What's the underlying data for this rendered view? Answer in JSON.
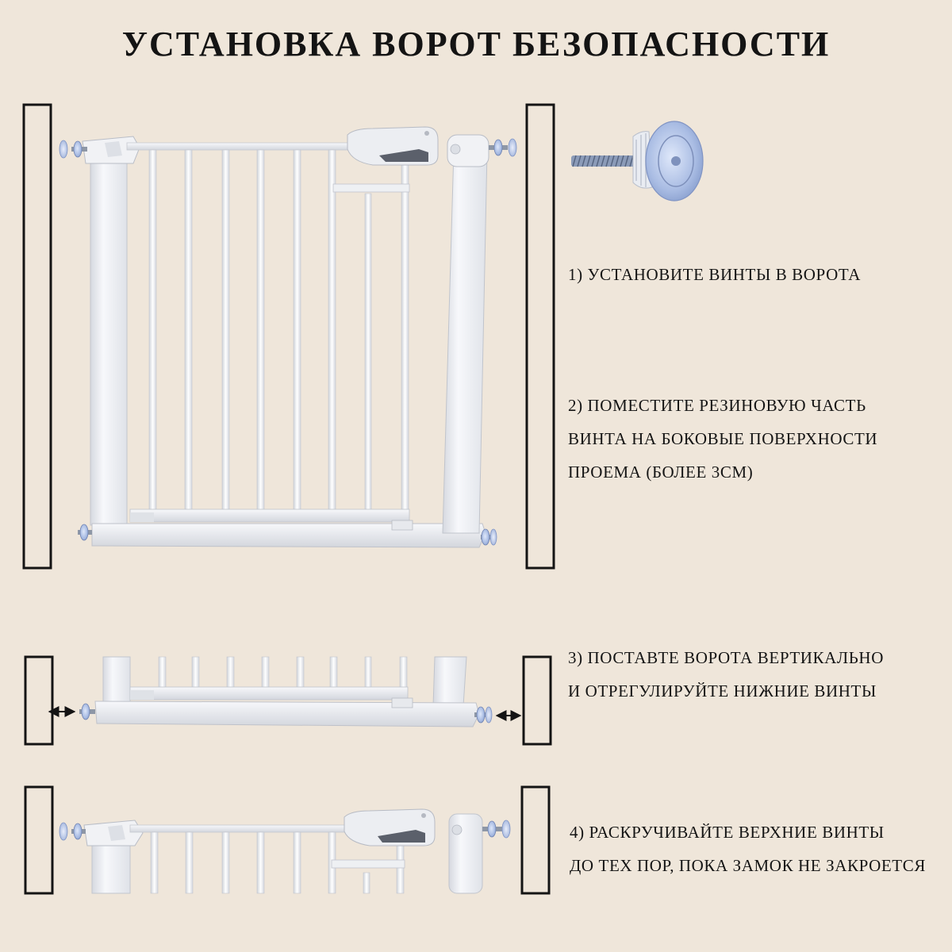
{
  "title": "УСТАНОВКА ВОРОТ БЕЗОПАСНОСТИ",
  "steps": [
    {
      "lines": [
        "1) УСТАНОВИТЕ ВИНТЫ В ВОРОТА"
      ]
    },
    {
      "lines": [
        "2) ПОМЕСТИТЕ РЕЗИНОВУЮ ЧАСТЬ",
        "ВИНТА НА БОКОВЫЕ ПОВЕРХНОСТИ",
        "ПРОЕМА (БОЛЕЕ 3СМ)"
      ]
    },
    {
      "lines": [
        "3) ПОСТАВТЕ ВОРОТА ВЕРТИКАЛЬНО",
        "И ОТРЕГУЛИРУЙТЕ НИЖНИЕ ВИНТЫ"
      ]
    },
    {
      "lines": [
        "4) РАСКРУЧИВАЙТЕ ВЕРХНИЕ ВИНТЫ",
        "ДО ТЕХ ПОР, ПОКА ЗАМОК НЕ ЗАКРОЕТСЯ"
      ]
    }
  ],
  "colors": {
    "background": "#efe6da",
    "gate_white": "#f4f5f8",
    "gate_shadow": "#c9ccd3",
    "wall_outline": "#141414",
    "screw_blue": "#9fb3dd",
    "screw_thread": "#6d7fa0"
  },
  "icons": [
    "wall-post",
    "safety-gate",
    "adjustment-screw",
    "double-arrow"
  ]
}
